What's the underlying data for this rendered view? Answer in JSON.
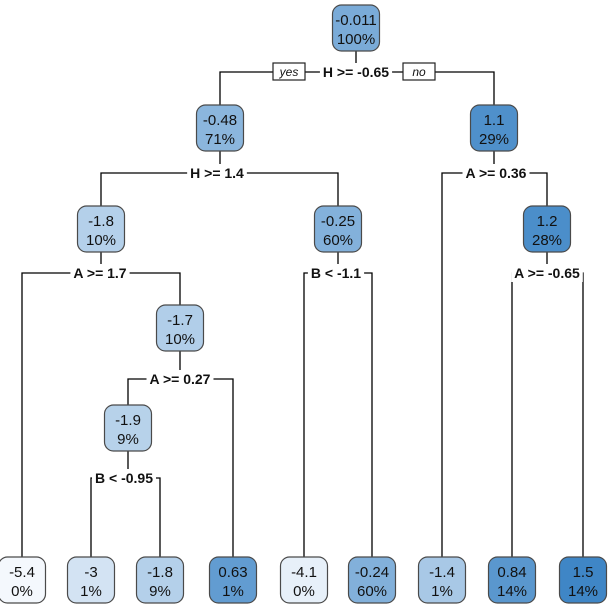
{
  "branch_labels": {
    "yes": "yes",
    "no": "no"
  },
  "colors": {
    "light": "#f4f8fd",
    "dark": "#3f86c6",
    "border": "#4a4a4a"
  },
  "splits": [
    {
      "id": "s0",
      "label": "H >= -0.65"
    },
    {
      "id": "s1",
      "label": "H >= 1.4"
    },
    {
      "id": "s2",
      "label": "A >= 0.36"
    },
    {
      "id": "s3",
      "label": "A >= 1.7"
    },
    {
      "id": "s4",
      "label": "B < -1.1"
    },
    {
      "id": "s5",
      "label": "A >= -0.65"
    },
    {
      "id": "s6",
      "label": "A >= 0.27"
    },
    {
      "id": "s7",
      "label": "B < -0.95"
    }
  ],
  "nodes": [
    {
      "id": "n1",
      "value": "-0.011",
      "pct": "100%",
      "v": -0.011
    },
    {
      "id": "n2",
      "value": "-0.48",
      "pct": "71%",
      "v": -0.48
    },
    {
      "id": "n3",
      "value": "1.1",
      "pct": "29%",
      "v": 1.1
    },
    {
      "id": "n4",
      "value": "-1.8",
      "pct": "10%",
      "v": -1.8
    },
    {
      "id": "n5",
      "value": "-0.25",
      "pct": "60%",
      "v": -0.25
    },
    {
      "id": "n7",
      "value": "1.2",
      "pct": "28%",
      "v": 1.2
    },
    {
      "id": "n9",
      "value": "-1.7",
      "pct": "10%",
      "v": -1.7
    },
    {
      "id": "n18",
      "value": "-1.9",
      "pct": "9%",
      "v": -1.9
    },
    {
      "id": "l1",
      "value": "-5.4",
      "pct": "0%",
      "v": -5.4
    },
    {
      "id": "l2",
      "value": "-3",
      "pct": "1%",
      "v": -3
    },
    {
      "id": "l3",
      "value": "-1.8",
      "pct": "9%",
      "v": -1.8
    },
    {
      "id": "l4",
      "value": "0.63",
      "pct": "1%",
      "v": 0.63
    },
    {
      "id": "l5",
      "value": "-4.1",
      "pct": "0%",
      "v": -4.1
    },
    {
      "id": "l6",
      "value": "-0.24",
      "pct": "60%",
      "v": -0.24
    },
    {
      "id": "l7",
      "value": "-1.4",
      "pct": "1%",
      "v": -1.4
    },
    {
      "id": "l8",
      "value": "0.84",
      "pct": "14%",
      "v": 0.84
    },
    {
      "id": "l9",
      "value": "1.5",
      "pct": "14%",
      "v": 1.5
    }
  ]
}
